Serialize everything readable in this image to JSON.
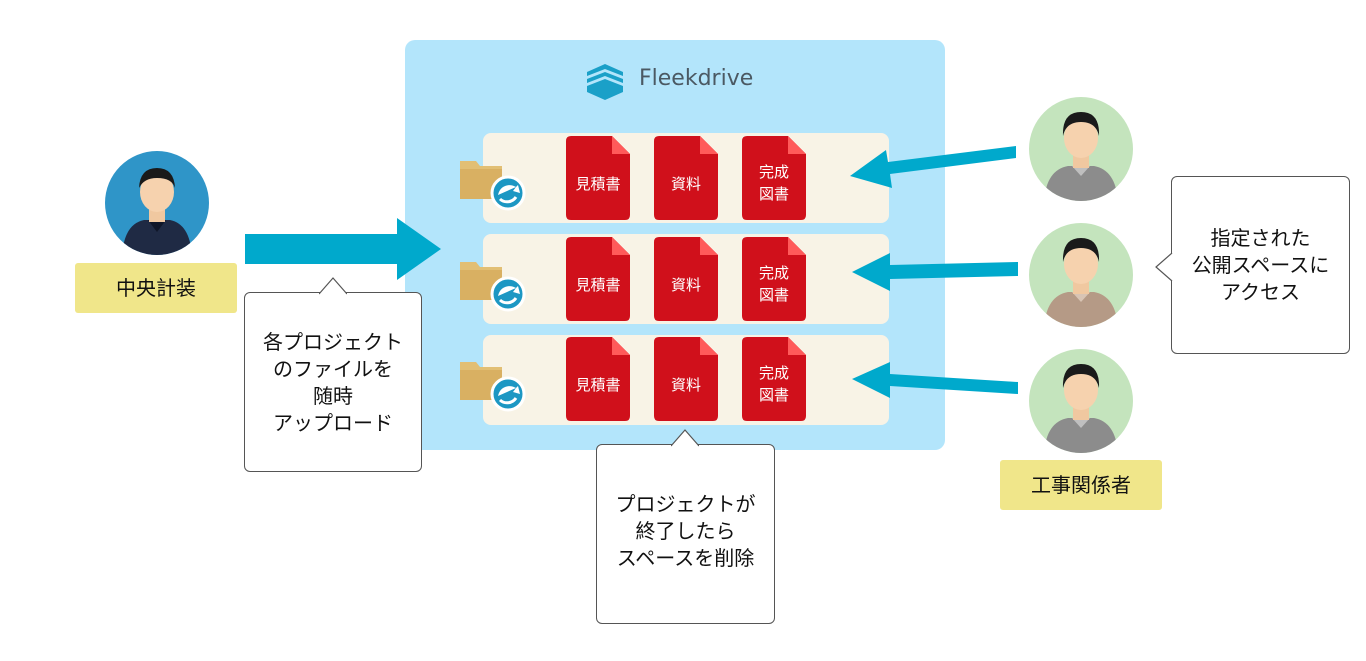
{
  "logo": {
    "text": "Fleekdrive"
  },
  "left_actor": {
    "label": "中央計装"
  },
  "right_actors": {
    "label": "工事関係者"
  },
  "documents": [
    "見積書",
    "資料",
    "完成",
    "図書"
  ],
  "callouts": {
    "upload": [
      "各プロジェクト",
      "のファイルを",
      "随時",
      "アップロード"
    ],
    "delete": [
      "プロジェクトが",
      "終了したら",
      "スペースを削除"
    ],
    "access": [
      "指定された",
      "公開スペースに",
      "アクセス"
    ]
  },
  "colors": {
    "panel": "#b3e5fb",
    "arrow": "#00a9cc",
    "doc": "#d0101b",
    "label": "#f0e68a",
    "row": "#f8f3e6"
  }
}
